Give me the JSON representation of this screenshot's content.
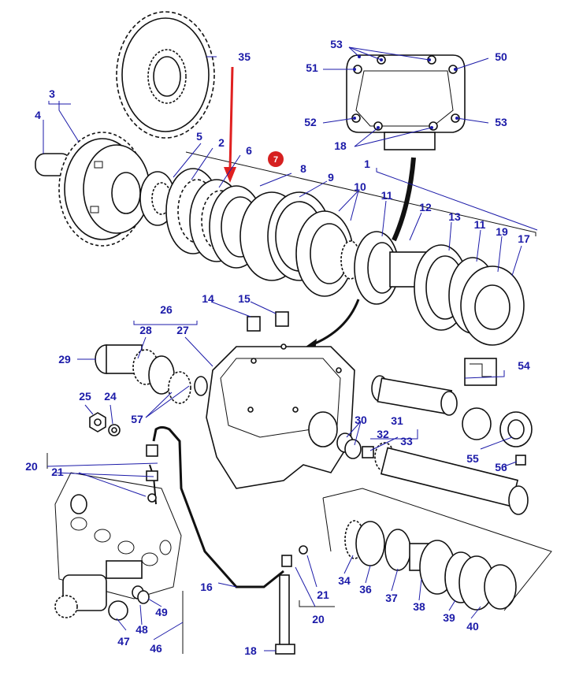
{
  "labels": {
    "l1": "1",
    "l2": "2",
    "l3": "3",
    "l4": "4",
    "l5": "5",
    "l6": "6",
    "l8": "8",
    "l9": "9",
    "l10": "10",
    "l11a": "11",
    "l11b": "11",
    "l12": "12",
    "l13": "13",
    "l14": "14",
    "l15": "15",
    "l16": "16",
    "l17": "17",
    "l18a": "18",
    "l18b": "18",
    "l19": "19",
    "l20a": "20",
    "l20b": "20",
    "l21a": "21",
    "l21b": "21",
    "l24": "24",
    "l25": "25",
    "l26": "26",
    "l27": "27",
    "l28": "28",
    "l29": "29",
    "l30": "30",
    "l31": "31",
    "l32": "32",
    "l33": "33",
    "l34": "34",
    "l35": "35",
    "l36": "36",
    "l37": "37",
    "l38": "38",
    "l39": "39",
    "l40": "40",
    "l46": "46",
    "l47": "47",
    "l48": "48",
    "l49": "49",
    "l50": "50",
    "l51": "51",
    "l52": "52",
    "l53a": "53",
    "l53b": "53",
    "l54": "54",
    "l55": "55",
    "l56": "56",
    "l57": "57"
  },
  "badge": "7",
  "colors": {
    "label": "#1b1aa8",
    "arrow": "#e02020",
    "badge": "#d62020",
    "ink": "#111111"
  }
}
